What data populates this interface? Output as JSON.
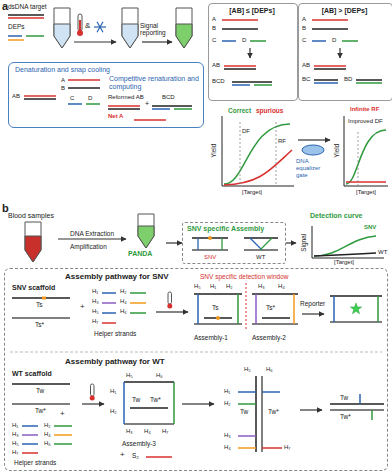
{
  "diagram": {
    "nodes": [
      {
        "text": [
          "[AB] ≤ [DEPs]"
        ]
      },
      {
        "text": [
          "[AB] > [DEPs]"
        ]
      },
      {
        "text": [
          "Denaturation and snap cooling",
          "Competitive renaturation and computing"
        ]
      },
      {
        "text": [
          "Blood samples"
        ]
      },
      {
        "text": [
          "PANDA"
        ]
      },
      {
        "text": [
          "SNV specific Assembly"
        ]
      },
      {
        "text": [
          "Detection curve"
        ]
      },
      {
        "text": [
          "Assembly pathway for SNV",
          "Assembly pathway for WT"
        ]
      }
    ],
    "edges": [
      {
        "from": 3,
        "to": 4,
        "arrow": "to",
        "label": "DNA Extraction"
      },
      {
        "from": 4,
        "to": 5,
        "arrow": "to"
      },
      {
        "from": 5,
        "to": 6,
        "arrow": "to"
      }
    ],
    "labels": [
      "a",
      "dsDNA target",
      "DEPs",
      "&",
      "Signal reporting",
      "A",
      "B",
      "C",
      "D",
      "AB",
      "BCD",
      "A",
      "B",
      "C",
      "D",
      "AB",
      "BC",
      "BD",
      "AB",
      "A",
      "B",
      "C",
      "D",
      "Reformed AB",
      "+",
      "BCD",
      "Net A",
      "Correct",
      "spurious",
      "DF",
      "RF",
      "Yield",
      "[Target]",
      "DNA equalizer gate",
      "Infinite RF",
      "Improved DF",
      "Yield",
      "[Target]",
      "b",
      "Amplification",
      "SNV",
      "WT",
      "Signal",
      "[Target]",
      "SNV",
      "WT",
      "SNV scaffold",
      "Ts",
      "Ts*",
      "+",
      "H₁",
      "H₂",
      "H₃",
      "H₄",
      "H₅",
      "H₆",
      "H₇",
      "Helper strands",
      "SNV specific detection window",
      "H₅",
      "H₁",
      "H₂",
      "Ts",
      "H₃",
      "H₄",
      "Ts*",
      "Assembly-1",
      "Assembly-2",
      "Reporter",
      "WT scaffold",
      "Tw",
      "Tw*",
      "+",
      "H₁",
      "H₂",
      "H₃",
      "H₄",
      "H₅",
      "H₆",
      "H₇",
      "Helper strands",
      "H₅",
      "H₆",
      "H₁",
      "H₂",
      "Tw",
      "Tw*",
      "H₃",
      "H₄",
      "H₇",
      "Assembly-3",
      "+",
      "S₂",
      "H₅",
      "H₆",
      "H₁",
      "H₂",
      "Tw",
      "Tw*",
      "H₃",
      "H₄",
      "H₇",
      "Tw",
      "Tw*"
    ]
  }
}
